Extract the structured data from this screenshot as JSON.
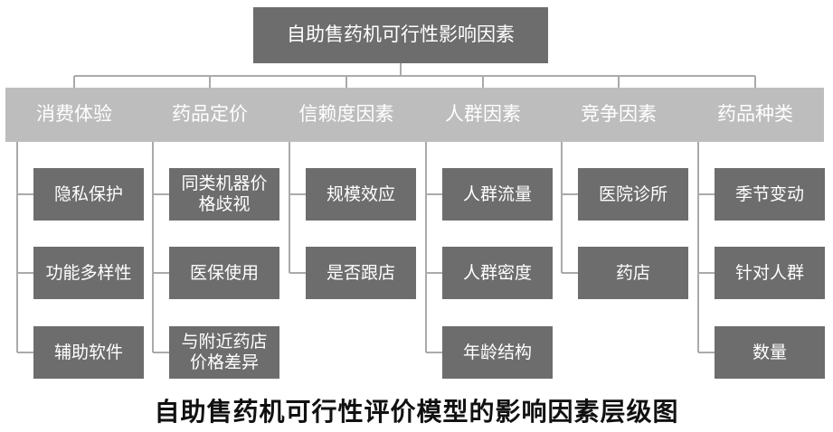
{
  "root": "自助售药机可行性影响因素",
  "categories": [
    {
      "label": "消费体验",
      "children": [
        "隐私保护",
        "功能多样性",
        "辅助软件"
      ]
    },
    {
      "label": "药品定价",
      "children": [
        "同类机器价格歧视",
        "医保使用",
        "与附近药店价格差异"
      ]
    },
    {
      "label": "信赖度因素",
      "children": [
        "规模效应",
        "是否跟店"
      ]
    },
    {
      "label": "人群因素",
      "children": [
        "人群流量",
        "人群密度",
        "年龄结构"
      ]
    },
    {
      "label": "竞争因素",
      "children": [
        "医院诊所",
        "药店"
      ]
    },
    {
      "label": "药品种类",
      "children": [
        "季节变动",
        "针对人群",
        "数量"
      ]
    }
  ],
  "caption": "自助售药机可行性评价模型的影响因素层级图"
}
